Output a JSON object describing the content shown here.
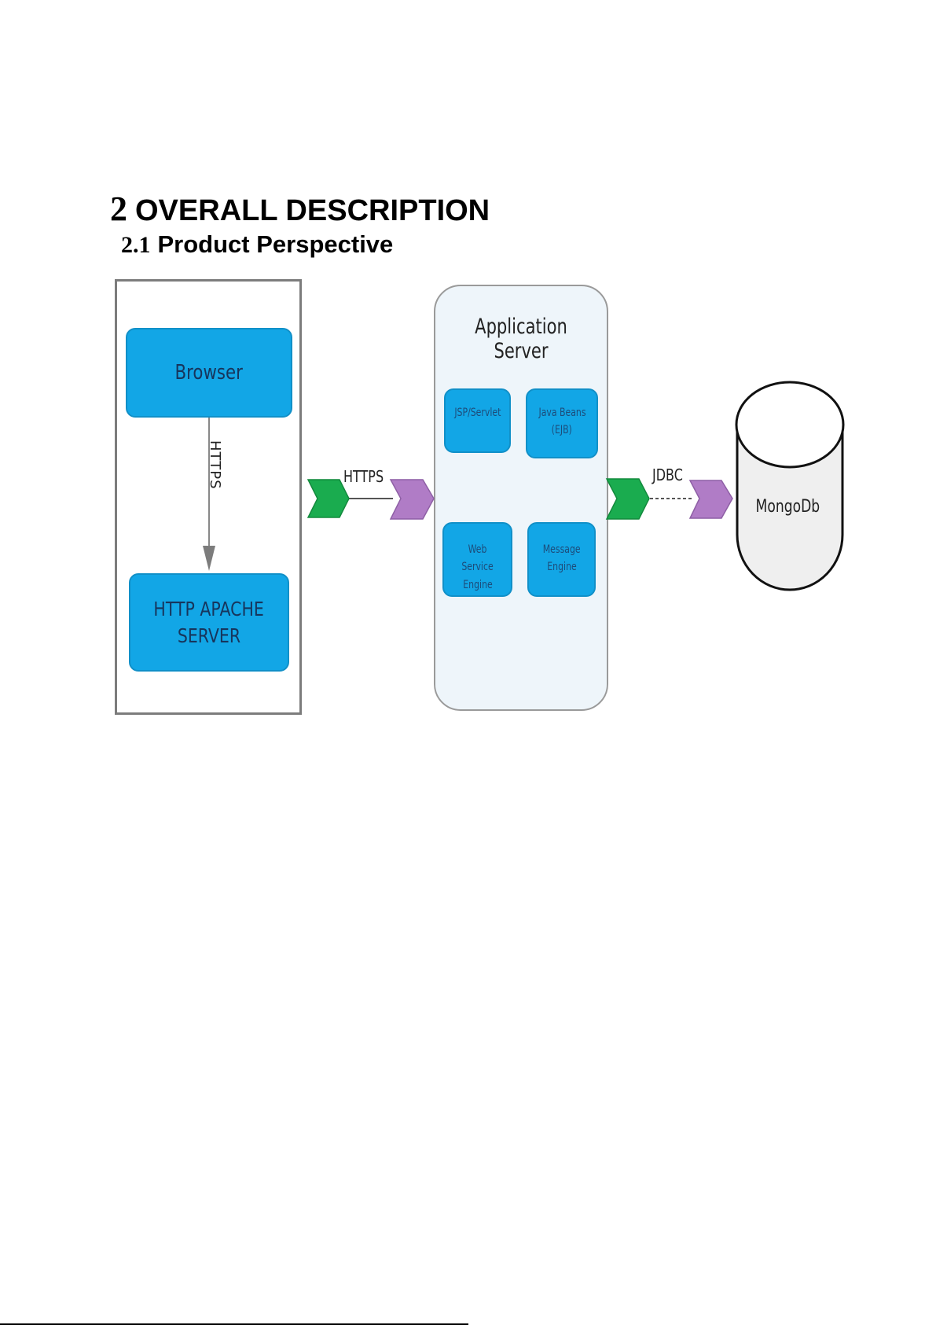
{
  "heading": {
    "number": "2",
    "title": "OVERALL DESCRIPTION"
  },
  "subheading": {
    "number": "2.1",
    "title": "Product Perspective"
  },
  "diagram": {
    "client": {
      "browser_label": "Browser",
      "server_label_line1": "HTTP APACHE",
      "server_label_line2": "SERVER",
      "internal_link_label": "HTTPS"
    },
    "client_to_app_link_label": "HTTPS",
    "app_server": {
      "title": "Application Server",
      "components": [
        {
          "line1": "JSP/Servlet",
          "line2": ""
        },
        {
          "line1": "Java Beans",
          "line2": "(EJB)"
        },
        {
          "line1": "Web Service",
          "line2": "Engine"
        },
        {
          "line1": "Message",
          "line2": "Engine"
        }
      ]
    },
    "app_to_db_link_label": "JDBC",
    "database_label": "MongoDb",
    "colors": {
      "node_fill": "#12a6e6",
      "connector_out": "#1aac4f",
      "connector_in": "#b07cc6",
      "app_server_fill": "#eef5fa",
      "database_fill": "#efefef"
    }
  }
}
